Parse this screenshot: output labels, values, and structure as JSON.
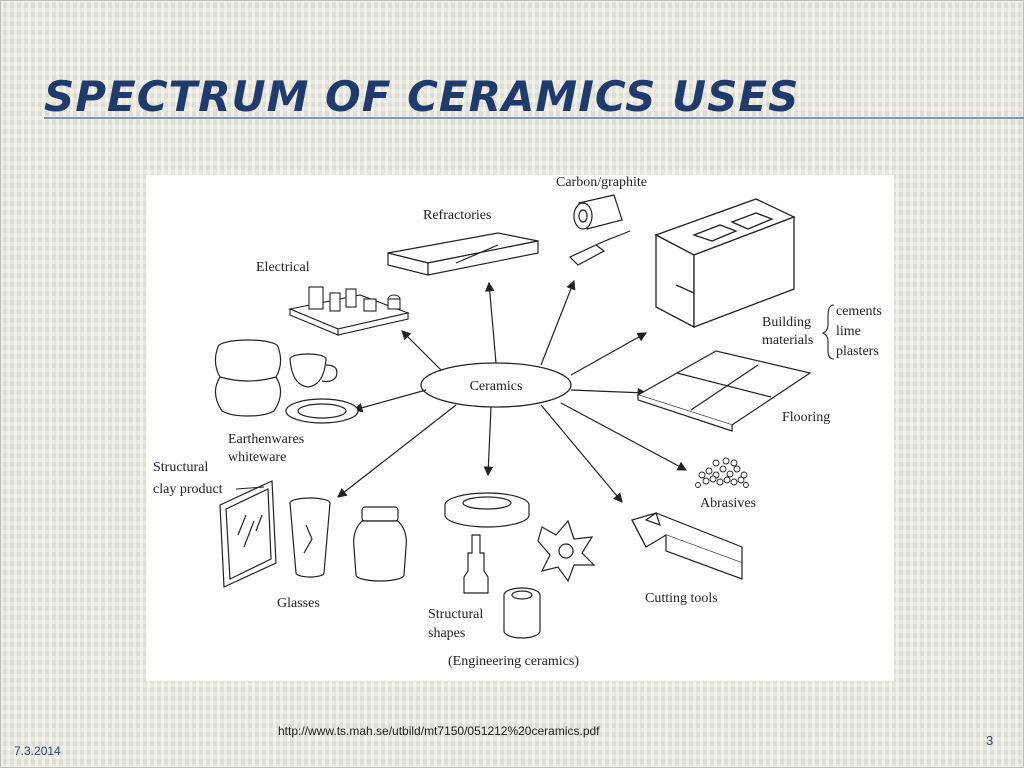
{
  "slide": {
    "title": "Spectrum of Ceramics Uses",
    "source_url": "http://www.ts.mah.se/utbild/mt7150/051212%20ceramics.pdf",
    "date": "7.3.2014",
    "page_number": "3"
  },
  "diagram": {
    "center": "Ceramics",
    "labels": {
      "carbon": "Carbon/graphite",
      "refractories": "Refractories",
      "electrical": "Electrical",
      "building": "Building",
      "materials": "materials",
      "cements": "cements",
      "lime": "lime",
      "plasters": "plasters",
      "flooring": "Flooring",
      "abrasives": "Abrasives",
      "cutting_tools": "Cutting tools",
      "structural_shapes_1": "Structural",
      "structural_shapes_2": "shapes",
      "engineering": "(Engineering ceramics)",
      "glasses": "Glasses",
      "structural_clay_1": "Structural",
      "structural_clay_2": "clay product",
      "earthenwares": "Earthenwares",
      "whiteware": "whiteware"
    }
  },
  "colors": {
    "title": "#1f3b6e",
    "accent_line": "#7a96b8"
  }
}
